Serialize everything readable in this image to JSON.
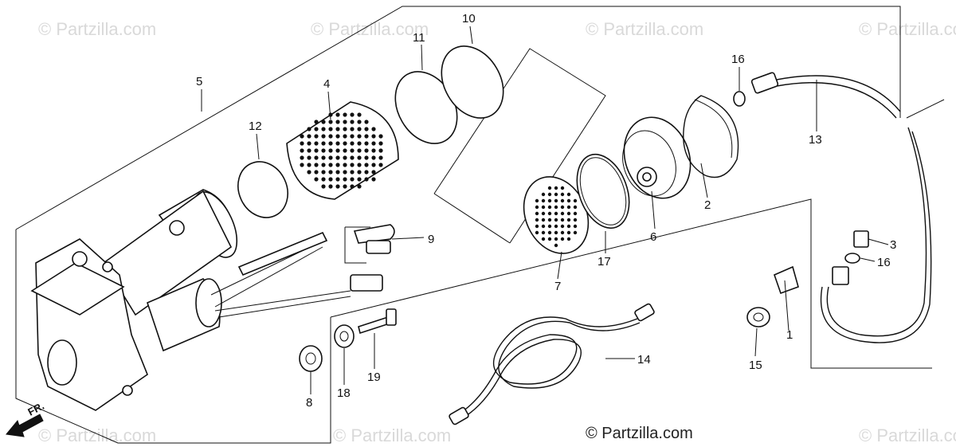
{
  "watermark": "© Partzilla.com",
  "copyright": "© Partzilla.com",
  "direction_label": "FR.",
  "callouts": {
    "c1": "1",
    "c2": "2",
    "c3": "3",
    "c4": "4",
    "c5": "5",
    "c6": "6",
    "c7": "7",
    "c8": "8",
    "c9": "9",
    "c10": "10",
    "c11": "11",
    "c12": "12",
    "c13": "13",
    "c14": "14",
    "c15": "15",
    "c16a": "16",
    "c16b": "16",
    "c17": "17",
    "c18": "18",
    "c19": "19"
  }
}
